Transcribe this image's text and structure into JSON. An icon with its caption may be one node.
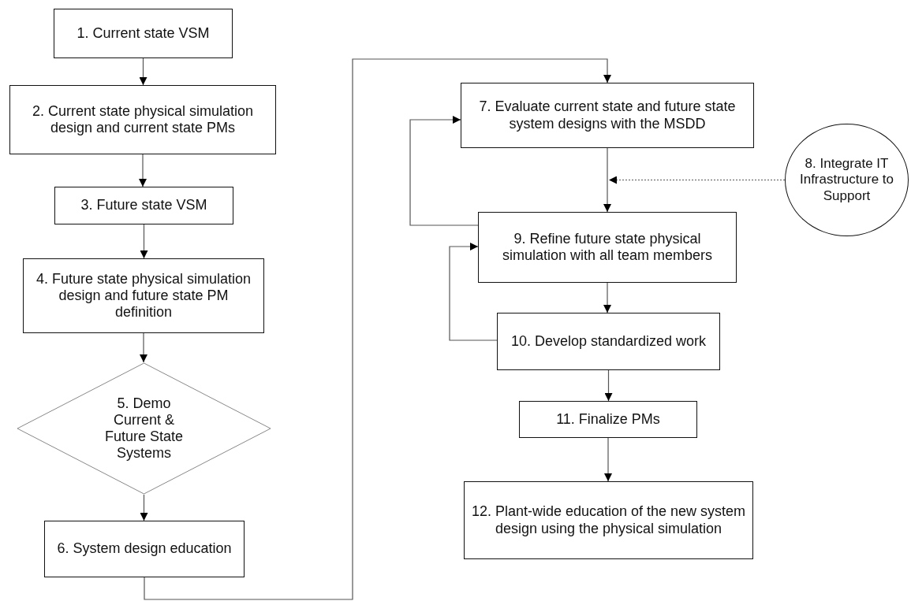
{
  "diagram": {
    "nodes": [
      {
        "text": [
          "1. Current state VSM"
        ]
      },
      {
        "text": [
          "2. Current state physical simulation design and current state PMs"
        ]
      },
      {
        "text": [
          "3. Future state VSM"
        ]
      },
      {
        "text": [
          "4. Future state physical simulation design and future state PM definition"
        ]
      },
      {
        "text": [
          "5. Demo Current & Future State Systems"
        ]
      },
      {
        "text": [
          "6. System design education"
        ]
      },
      {
        "text": [
          "7. Evaluate current state and future state system designs with the MSDD"
        ]
      },
      {
        "text": [
          "8. Integrate IT Infrastructure to Support"
        ]
      },
      {
        "text": [
          "9. Refine future state physical simulation with all team members"
        ]
      },
      {
        "text": [
          "10. Develop standardized work"
        ]
      },
      {
        "text": [
          "11. Finalize PMs"
        ]
      },
      {
        "text": [
          "12. Plant-wide education of the new system design using the physical simulation"
        ]
      }
    ],
    "edges": [
      {
        "from": 0,
        "to": 1,
        "arrow": "to"
      },
      {
        "from": 1,
        "to": 2,
        "arrow": "to"
      },
      {
        "from": 2,
        "to": 3,
        "arrow": "to"
      },
      {
        "from": 3,
        "to": 4,
        "arrow": "to"
      },
      {
        "from": 4,
        "to": 5,
        "arrow": "to"
      },
      {
        "from": 5,
        "to": 6,
        "arrow": "to"
      },
      {
        "from": 6,
        "to": 8,
        "arrow": "to"
      },
      {
        "from": 7,
        "to": null,
        "arrow": "to",
        "style": "dashed"
      },
      {
        "from": 8,
        "to": 6,
        "arrow": "to"
      },
      {
        "from": 9,
        "to": 8,
        "arrow": "to"
      },
      {
        "from": 8,
        "to": 9,
        "arrow": "to"
      },
      {
        "from": 9,
        "to": 10,
        "arrow": "to"
      },
      {
        "from": 10,
        "to": 11,
        "arrow": "to"
      }
    ]
  }
}
